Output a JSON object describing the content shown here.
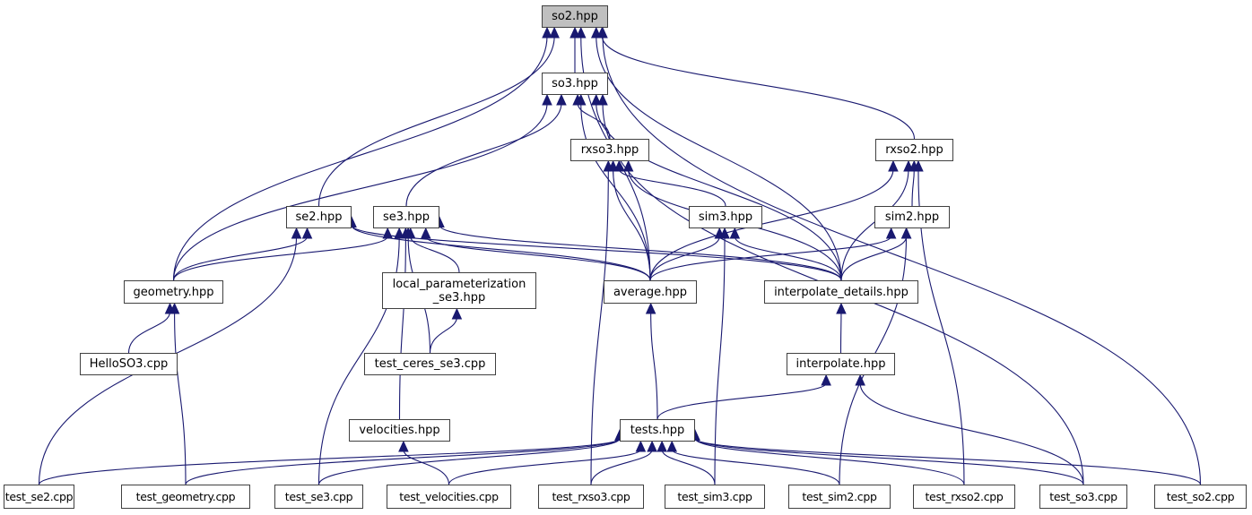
{
  "graph": {
    "title": "so2.hpp include dependency graph",
    "edge_color": "#191970",
    "root_fill": "#bfbfbf",
    "nodes": [
      {
        "id": "so2",
        "label": "so2.hpp",
        "root": true
      },
      {
        "id": "so3",
        "label": "so3.hpp"
      },
      {
        "id": "rxso3",
        "label": "rxso3.hpp"
      },
      {
        "id": "rxso2",
        "label": "rxso2.hpp"
      },
      {
        "id": "se2",
        "label": "se2.hpp"
      },
      {
        "id": "se3",
        "label": "se3.hpp"
      },
      {
        "id": "sim3",
        "label": "sim3.hpp"
      },
      {
        "id": "sim2",
        "label": "sim2.hpp"
      },
      {
        "id": "geometry",
        "label": "geometry.hpp"
      },
      {
        "id": "local_param",
        "label": "local_parameterization\n_se3.hpp"
      },
      {
        "id": "average",
        "label": "average.hpp"
      },
      {
        "id": "interp_details",
        "label": "interpolate_details.hpp"
      },
      {
        "id": "helloso3",
        "label": "HelloSO3.cpp"
      },
      {
        "id": "test_ceres_se3",
        "label": "test_ceres_se3.cpp"
      },
      {
        "id": "interpolate",
        "label": "interpolate.hpp"
      },
      {
        "id": "velocities",
        "label": "velocities.hpp"
      },
      {
        "id": "tests",
        "label": "tests.hpp"
      },
      {
        "id": "test_se2",
        "label": "test_se2.cpp"
      },
      {
        "id": "test_geometry",
        "label": "test_geometry.cpp"
      },
      {
        "id": "test_se3",
        "label": "test_se3.cpp"
      },
      {
        "id": "test_velocities",
        "label": "test_velocities.cpp"
      },
      {
        "id": "test_rxso3",
        "label": "test_rxso3.cpp"
      },
      {
        "id": "test_sim3",
        "label": "test_sim3.cpp"
      },
      {
        "id": "test_sim2",
        "label": "test_sim2.cpp"
      },
      {
        "id": "test_rxso2",
        "label": "test_rxso2.cpp"
      },
      {
        "id": "test_so3",
        "label": "test_so3.cpp"
      },
      {
        "id": "test_so2",
        "label": "test_so2.cpp"
      }
    ],
    "edges": [
      [
        "so3",
        "so2"
      ],
      [
        "se2",
        "so2"
      ],
      [
        "geometry",
        "so2"
      ],
      [
        "average",
        "so2"
      ],
      [
        "rxso2",
        "so2"
      ],
      [
        "interp_details",
        "so2"
      ],
      [
        "test_so2",
        "so2"
      ],
      [
        "rxso3",
        "so3"
      ],
      [
        "se3",
        "so3"
      ],
      [
        "geometry",
        "so3"
      ],
      [
        "average",
        "so3"
      ],
      [
        "interp_details",
        "so3"
      ],
      [
        "test_so3",
        "so3"
      ],
      [
        "sim3",
        "rxso3"
      ],
      [
        "average",
        "rxso3"
      ],
      [
        "interp_details",
        "rxso3"
      ],
      [
        "test_rxso3",
        "rxso3"
      ],
      [
        "sim2",
        "rxso2"
      ],
      [
        "average",
        "rxso2"
      ],
      [
        "interp_details",
        "rxso2"
      ],
      [
        "test_rxso2",
        "rxso2"
      ],
      [
        "geometry",
        "se2"
      ],
      [
        "average",
        "se2"
      ],
      [
        "interp_details",
        "se2"
      ],
      [
        "test_se2",
        "se2"
      ],
      [
        "geometry",
        "se3"
      ],
      [
        "local_param",
        "se3"
      ],
      [
        "average",
        "se3"
      ],
      [
        "interp_details",
        "se3"
      ],
      [
        "test_ceres_se3",
        "se3"
      ],
      [
        "velocities",
        "se3"
      ],
      [
        "test_se3",
        "se3"
      ],
      [
        "average",
        "sim3"
      ],
      [
        "interp_details",
        "sim3"
      ],
      [
        "test_sim3",
        "sim3"
      ],
      [
        "average",
        "sim2"
      ],
      [
        "interp_details",
        "sim2"
      ],
      [
        "test_sim2",
        "sim2"
      ],
      [
        "helloso3",
        "geometry"
      ],
      [
        "test_geometry",
        "geometry"
      ],
      [
        "test_ceres_se3",
        "local_param"
      ],
      [
        "tests",
        "average"
      ],
      [
        "interpolate",
        "interp_details"
      ],
      [
        "tests",
        "interpolate"
      ],
      [
        "test_so3",
        "interpolate"
      ],
      [
        "test_velocities",
        "velocities"
      ],
      [
        "test_se2",
        "tests"
      ],
      [
        "test_geometry",
        "tests"
      ],
      [
        "test_se3",
        "tests"
      ],
      [
        "test_velocities",
        "tests"
      ],
      [
        "test_rxso3",
        "tests"
      ],
      [
        "test_sim3",
        "tests"
      ],
      [
        "test_sim2",
        "tests"
      ],
      [
        "test_rxso2",
        "tests"
      ],
      [
        "test_so3",
        "tests"
      ],
      [
        "test_so2",
        "tests"
      ]
    ]
  }
}
